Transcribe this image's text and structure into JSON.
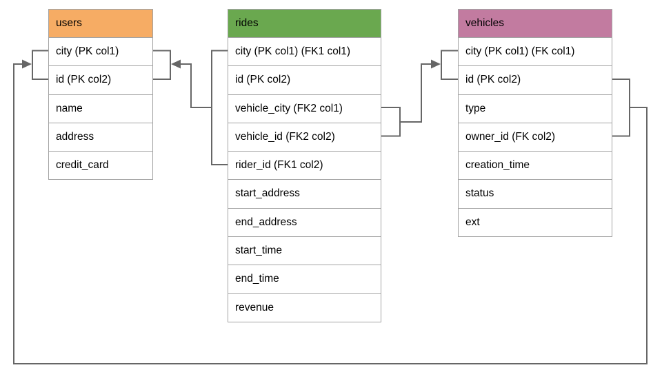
{
  "diagram": {
    "type": "entity-relationship",
    "background": "#ffffff",
    "connector_color": "#666666",
    "border_color": "#a3a3a3",
    "text_color": "#000000",
    "tables": [
      {
        "name": "users",
        "header_color": "#F6AC64",
        "columns": [
          "city (PK col1)",
          "id (PK col2)",
          "name",
          "address",
          "credit_card"
        ]
      },
      {
        "name": "rides",
        "header_color": "#6AA84F",
        "columns": [
          "city (PK col1) (FK1 col1)",
          "id (PK col2)",
          "vehicle_city (FK2 col1)",
          "vehicle_id (FK2 col2)",
          "rider_id (FK1 col2)",
          "start_address",
          "end_address",
          "start_time",
          "end_time",
          "revenue"
        ]
      },
      {
        "name": "vehicles",
        "header_color": "#C27BA0",
        "columns": [
          "city (PK col1) (FK col1)",
          "id (PK col2)",
          "type",
          "owner_id (FK col2)",
          "creation_time",
          "status",
          "ext"
        ]
      }
    ],
    "relationships": [
      {
        "name": "FK1",
        "from": "rides (city, rider_id)",
        "to": "users (city, id)"
      },
      {
        "name": "FK2",
        "from": "rides (vehicle_city, vehicle_id)",
        "to": "vehicles (city, id)"
      },
      {
        "name": "FK",
        "from": "vehicles (id, owner_id)",
        "to": "users (city, id)"
      }
    ]
  }
}
